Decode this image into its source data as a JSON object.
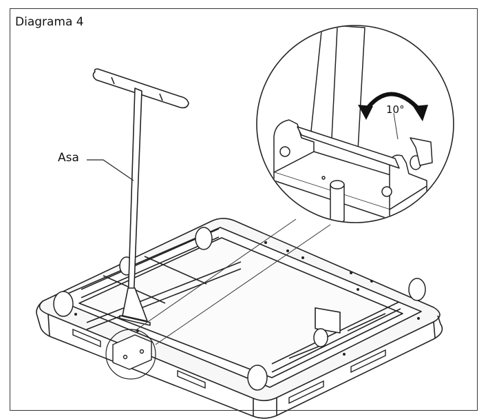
{
  "diagram": {
    "title": "Diagrama 4",
    "labels": {
      "handle": "Asa",
      "rotation_angle": "10°"
    }
  }
}
